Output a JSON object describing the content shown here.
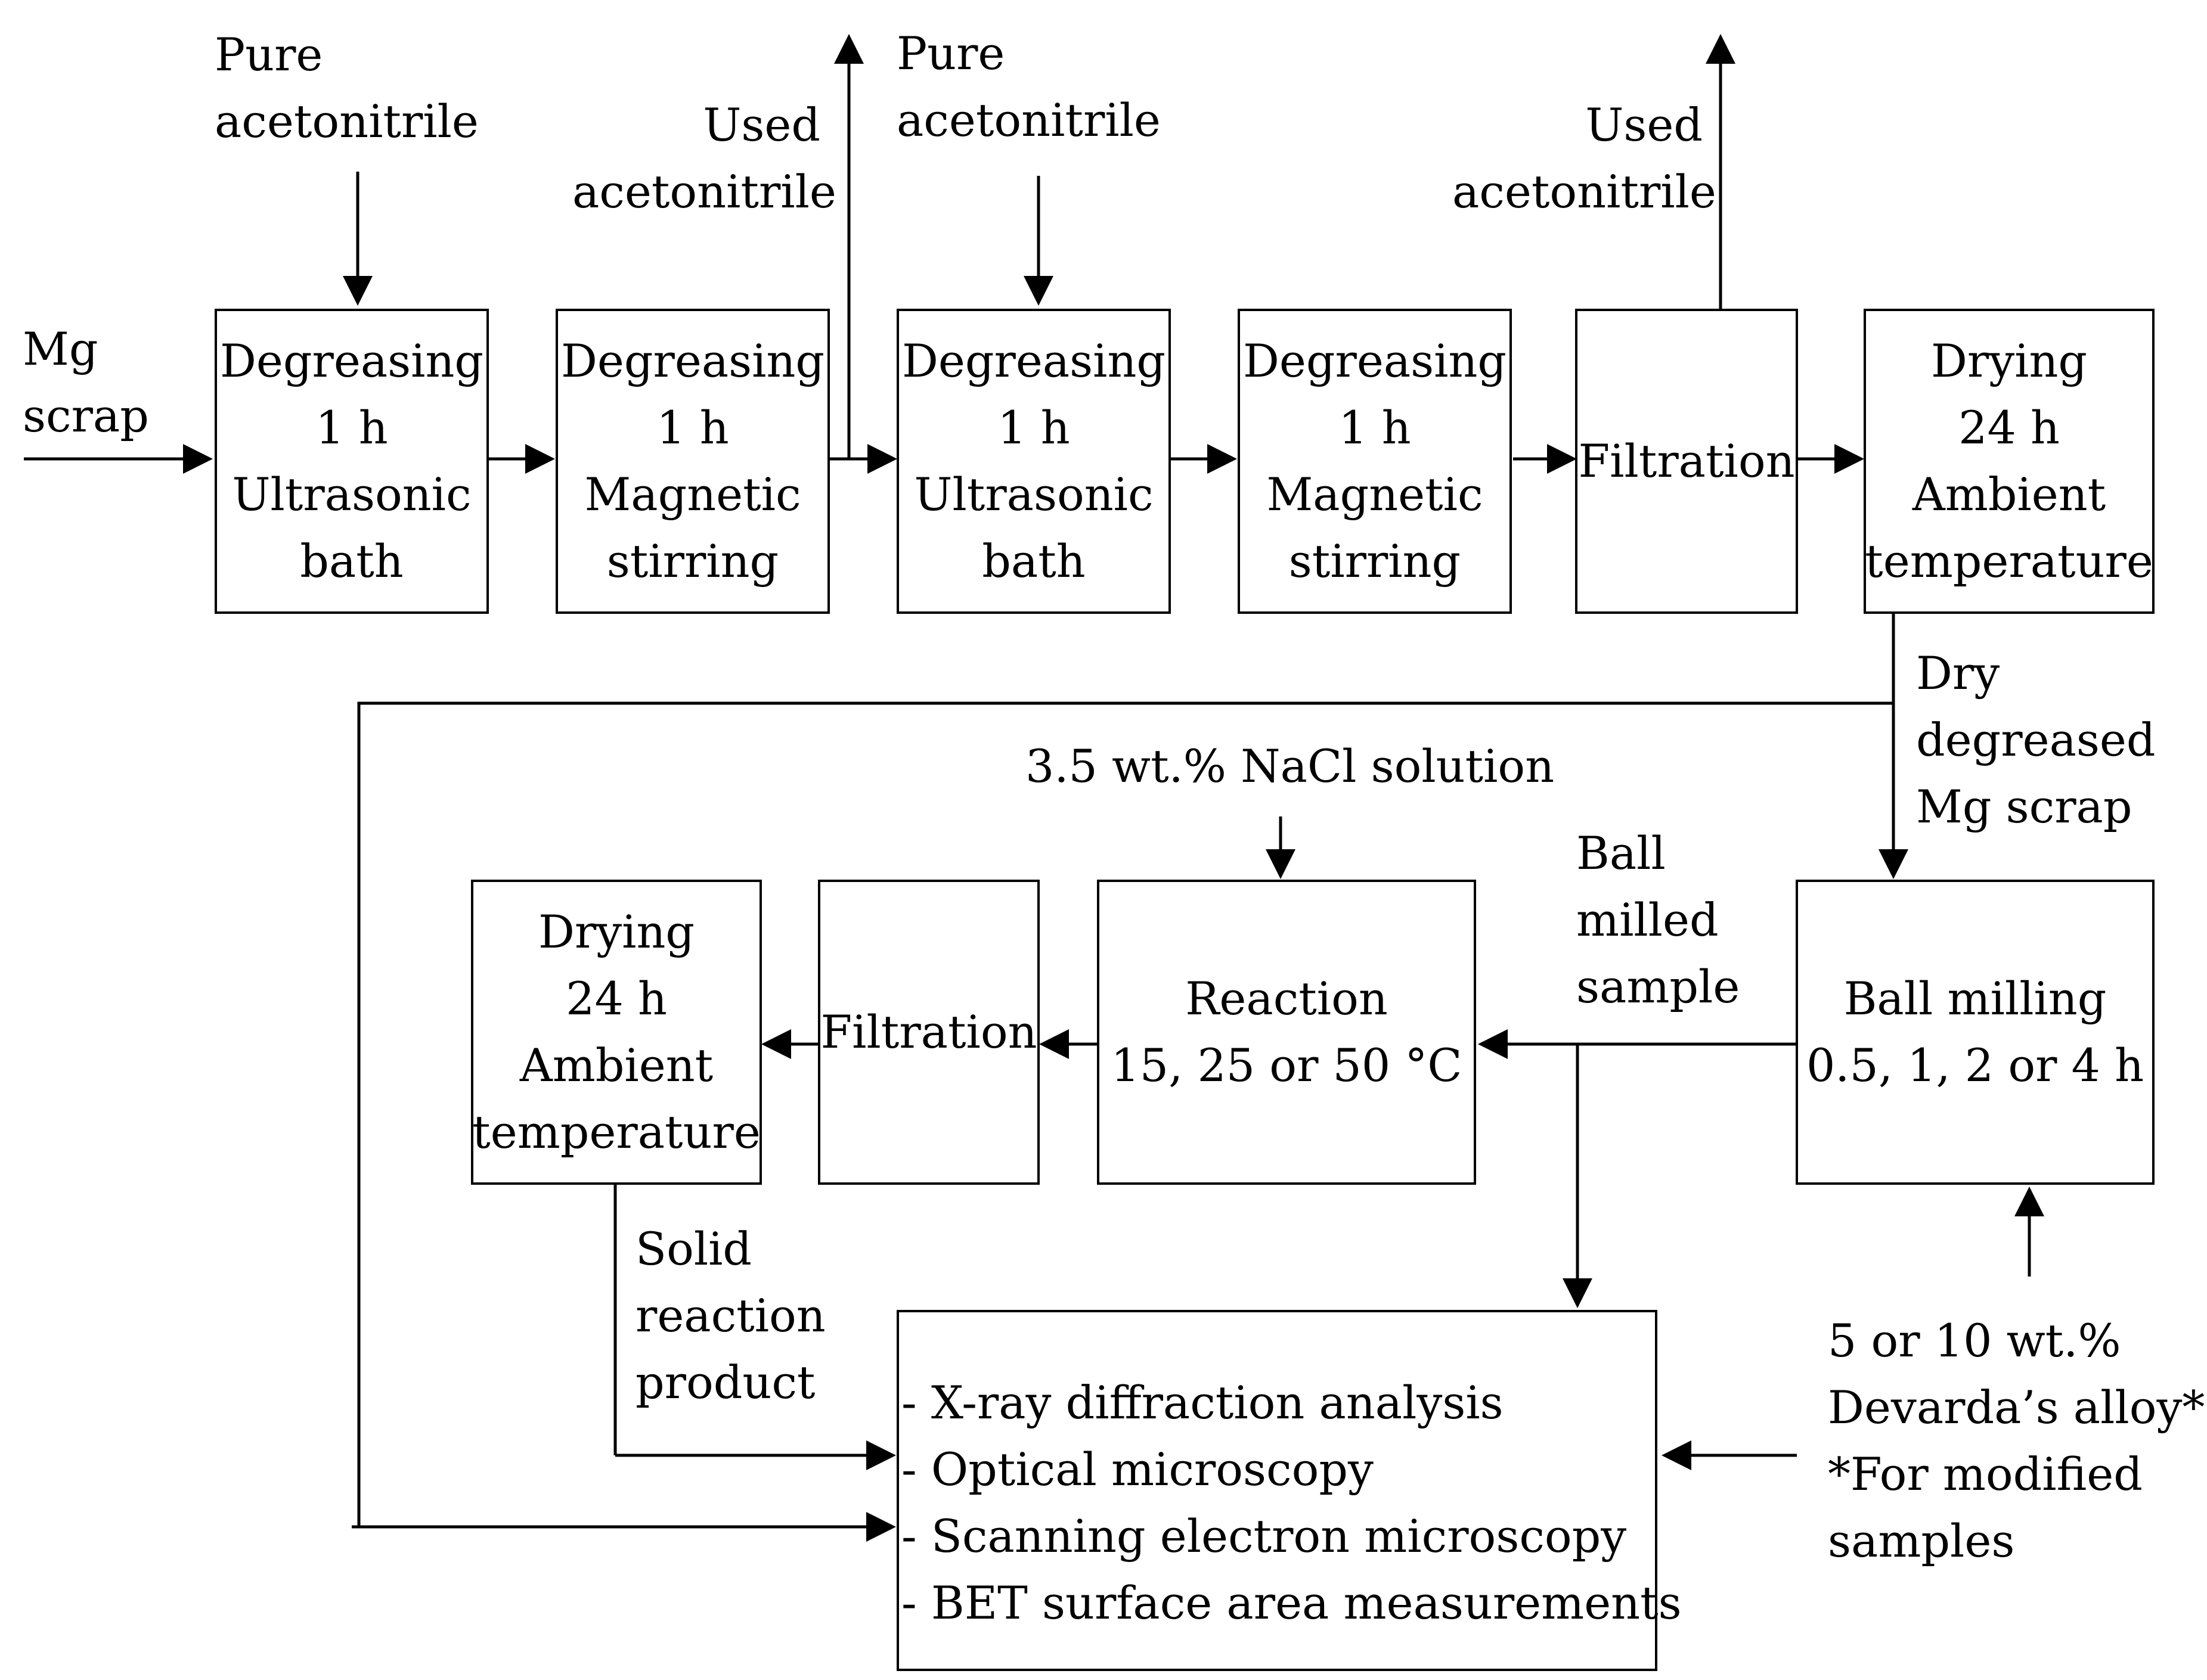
{
  "inputs": {
    "mg_scrap": [
      "Mg",
      "scrap"
    ],
    "pure_acetonitrile_1": [
      "Pure",
      "acetonitrile"
    ],
    "used_acetonitrile_1": [
      "Used",
      "acetonitrile"
    ],
    "pure_acetonitrile_2": [
      "Pure",
      "acetonitrile"
    ],
    "used_acetonitrile_2": [
      "Used",
      "acetonitrile"
    ],
    "dry_degreased": [
      "Dry",
      "degreased",
      "Mg scrap"
    ],
    "nacl_solution": "3.5 wt.% NaCl solution",
    "ball_milled_sample": [
      "Ball",
      "milled",
      "sample"
    ],
    "solid_reaction_product": [
      "Solid",
      "reaction",
      "product"
    ],
    "devarda_note": [
      "5 or 10 wt.%",
      "Devarda’s alloy*",
      "*For modified",
      "samples"
    ]
  },
  "boxes": {
    "degreasing_1": [
      "Degreasing",
      "1 h",
      "Ultrasonic",
      "bath"
    ],
    "degreasing_2": [
      "Degreasing",
      "1 h",
      "Magnetic",
      "stirring"
    ],
    "degreasing_3": [
      "Degreasing",
      "1 h",
      "Ultrasonic",
      "bath"
    ],
    "degreasing_4": [
      "Degreasing",
      "1 h",
      "Magnetic",
      "stirring"
    ],
    "filtration_1": [
      "Filtration"
    ],
    "drying_1": [
      "Drying",
      "24 h",
      "Ambient",
      "temperature"
    ],
    "ball_milling": [
      "Ball milling",
      "0.5, 1, 2 or 4 h"
    ],
    "reaction": [
      "Reaction",
      "15, 25 or 50 °C"
    ],
    "filtration_2": [
      "Filtration"
    ],
    "drying_2": [
      "Drying",
      "24 h",
      "Ambient",
      "temperature"
    ]
  },
  "analysis": {
    "items": [
      "- X-ray diffraction analysis",
      "- Optical microscopy",
      "- Scanning electron microscopy",
      "- BET surface area measurements"
    ]
  },
  "colors": {
    "stroke": "#000000",
    "background": "#ffffff"
  }
}
